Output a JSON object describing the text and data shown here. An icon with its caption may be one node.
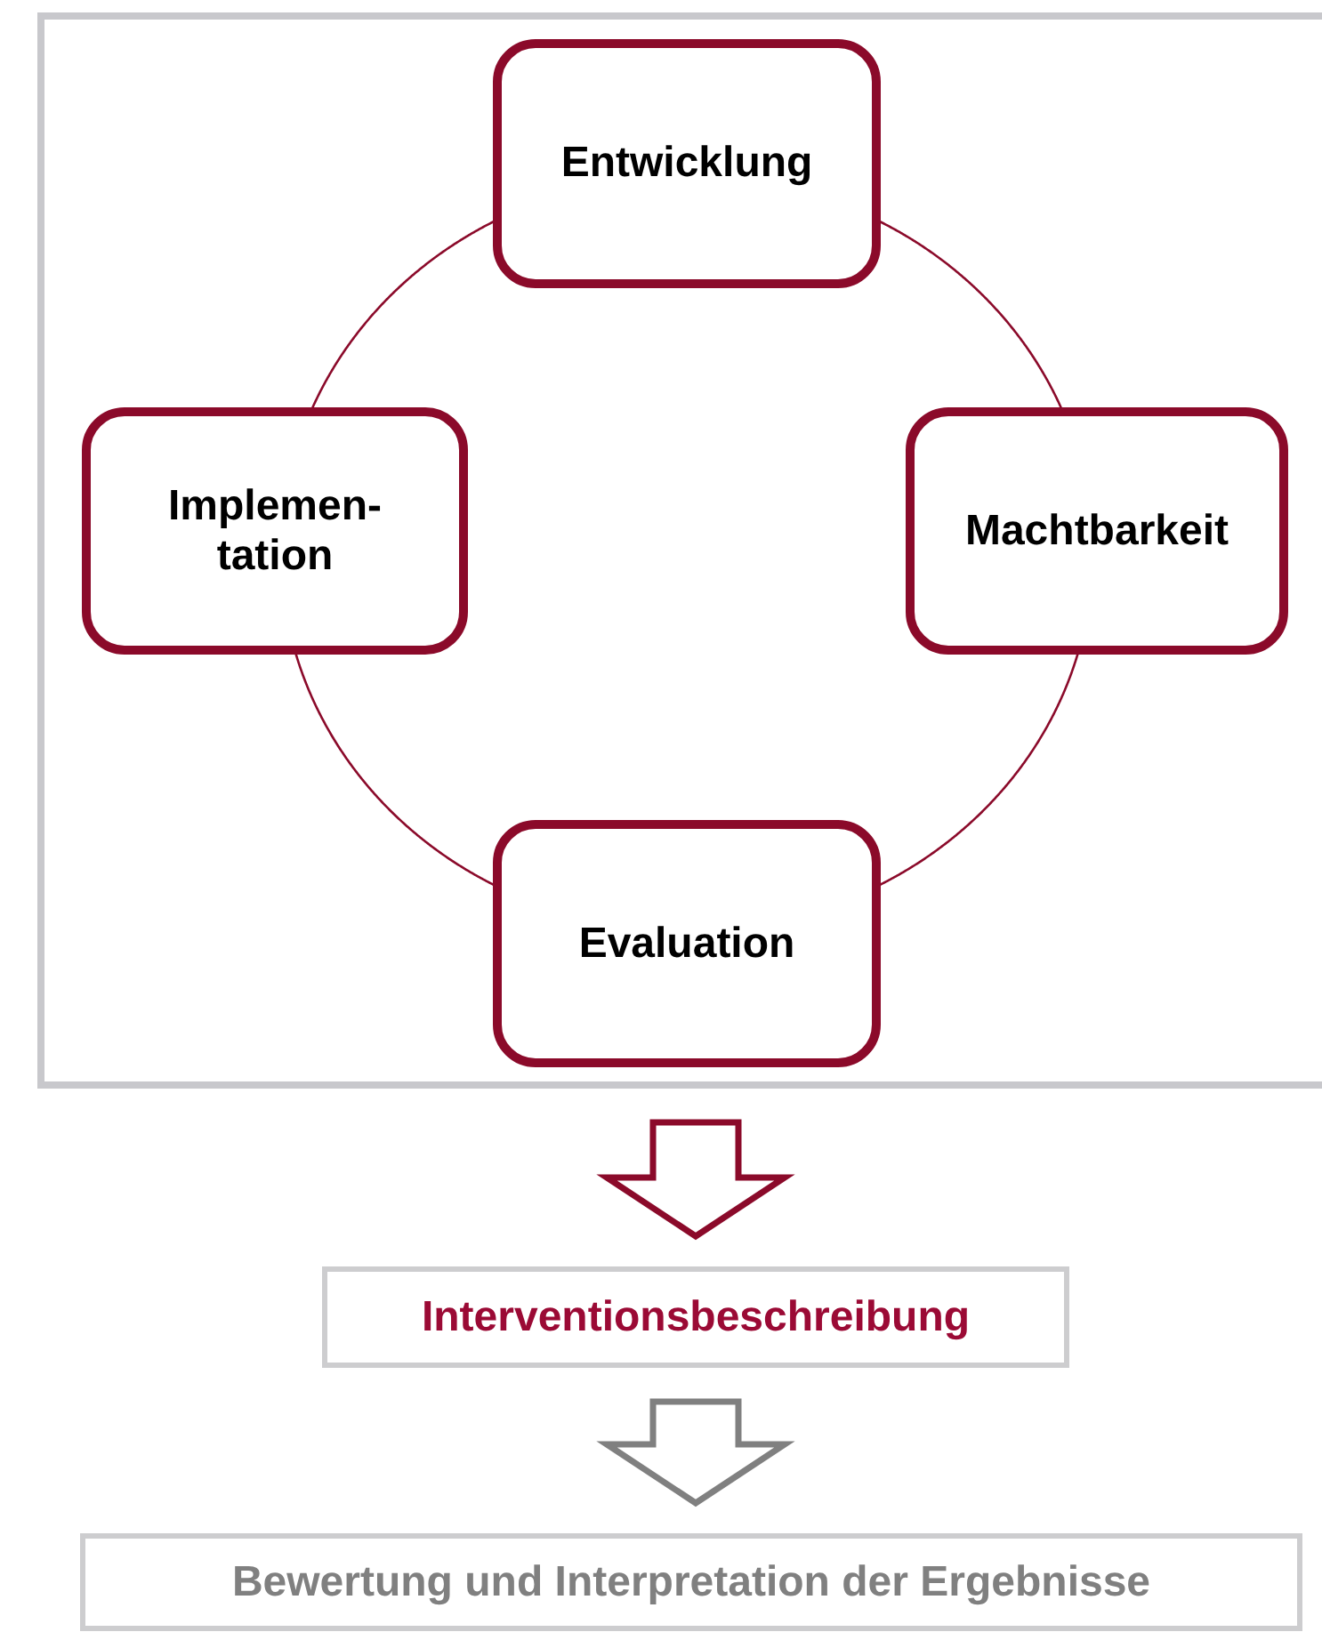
{
  "diagram": {
    "nodes": [
      {
        "text": [],
        "shape": "box"
      },
      {
        "text": [
          "Entwicklung"
        ],
        "in": 0
      },
      {
        "text": [
          "Implemen- tation"
        ],
        "in": 0
      },
      {
        "text": [
          "Machtbarkeit"
        ],
        "in": 0
      },
      {
        "text": [
          "Evaluation"
        ],
        "in": 0
      },
      {
        "text": [
          "Interventionsbeschreibung"
        ]
      },
      {
        "text": [
          "Bewertung und Interpretation der Ergebnisse"
        ]
      }
    ],
    "edges": [
      {
        "from": 1,
        "to": 3,
        "arrow": "none"
      },
      {
        "from": 3,
        "to": 4,
        "arrow": "none"
      },
      {
        "from": 4,
        "to": 2,
        "arrow": "none"
      },
      {
        "from": 2,
        "to": 1,
        "arrow": "none"
      },
      {
        "from": 0,
        "to": 5,
        "arrow": "to",
        "style": "thick"
      },
      {
        "from": 5,
        "to": 6,
        "arrow": "to",
        "style": "thick",
        "color": "#808080"
      }
    ]
  }
}
